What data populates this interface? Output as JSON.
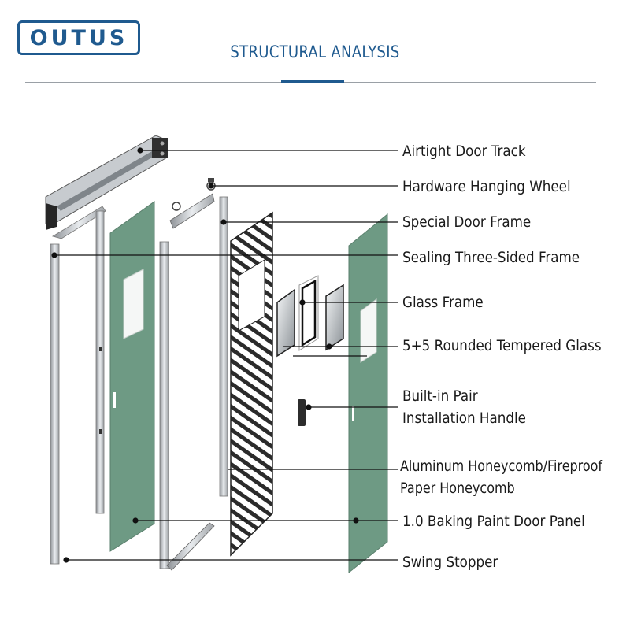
{
  "brand": {
    "logo_text": "OUTUS",
    "color": "#1f5a8f"
  },
  "title": "STRUCTURAL ANALYSIS",
  "colors": {
    "panel": "#6e9a84",
    "frame": "#d9dcdf",
    "honeycomb": "#2b2b2b",
    "track": "#3a3a3a",
    "leader": "#111111"
  },
  "labels": [
    {
      "id": "airtight-door-track",
      "text": "Airtight Door Track"
    },
    {
      "id": "hardware-hanging-wheel",
      "text": "Hardware Hanging Wheel"
    },
    {
      "id": "special-door-frame",
      "text": "Special Door Frame"
    },
    {
      "id": "sealing-three-sided-frame",
      "text": "Sealing Three-Sided Frame"
    },
    {
      "id": "glass-frame",
      "text": "Glass Frame"
    },
    {
      "id": "tempered-glass",
      "text": "5+5 Rounded Tempered Glass"
    },
    {
      "id": "installation-handle",
      "line1": "Built-in Pair",
      "line2": "Installation Handle"
    },
    {
      "id": "honeycomb",
      "line1": "Aluminum Honeycomb/Fireproof",
      "line2": "Paper Honeycomb"
    },
    {
      "id": "door-panel",
      "text": "1.0 Baking Paint Door Panel"
    },
    {
      "id": "swing-stopper",
      "text": "Swing Stopper"
    }
  ]
}
